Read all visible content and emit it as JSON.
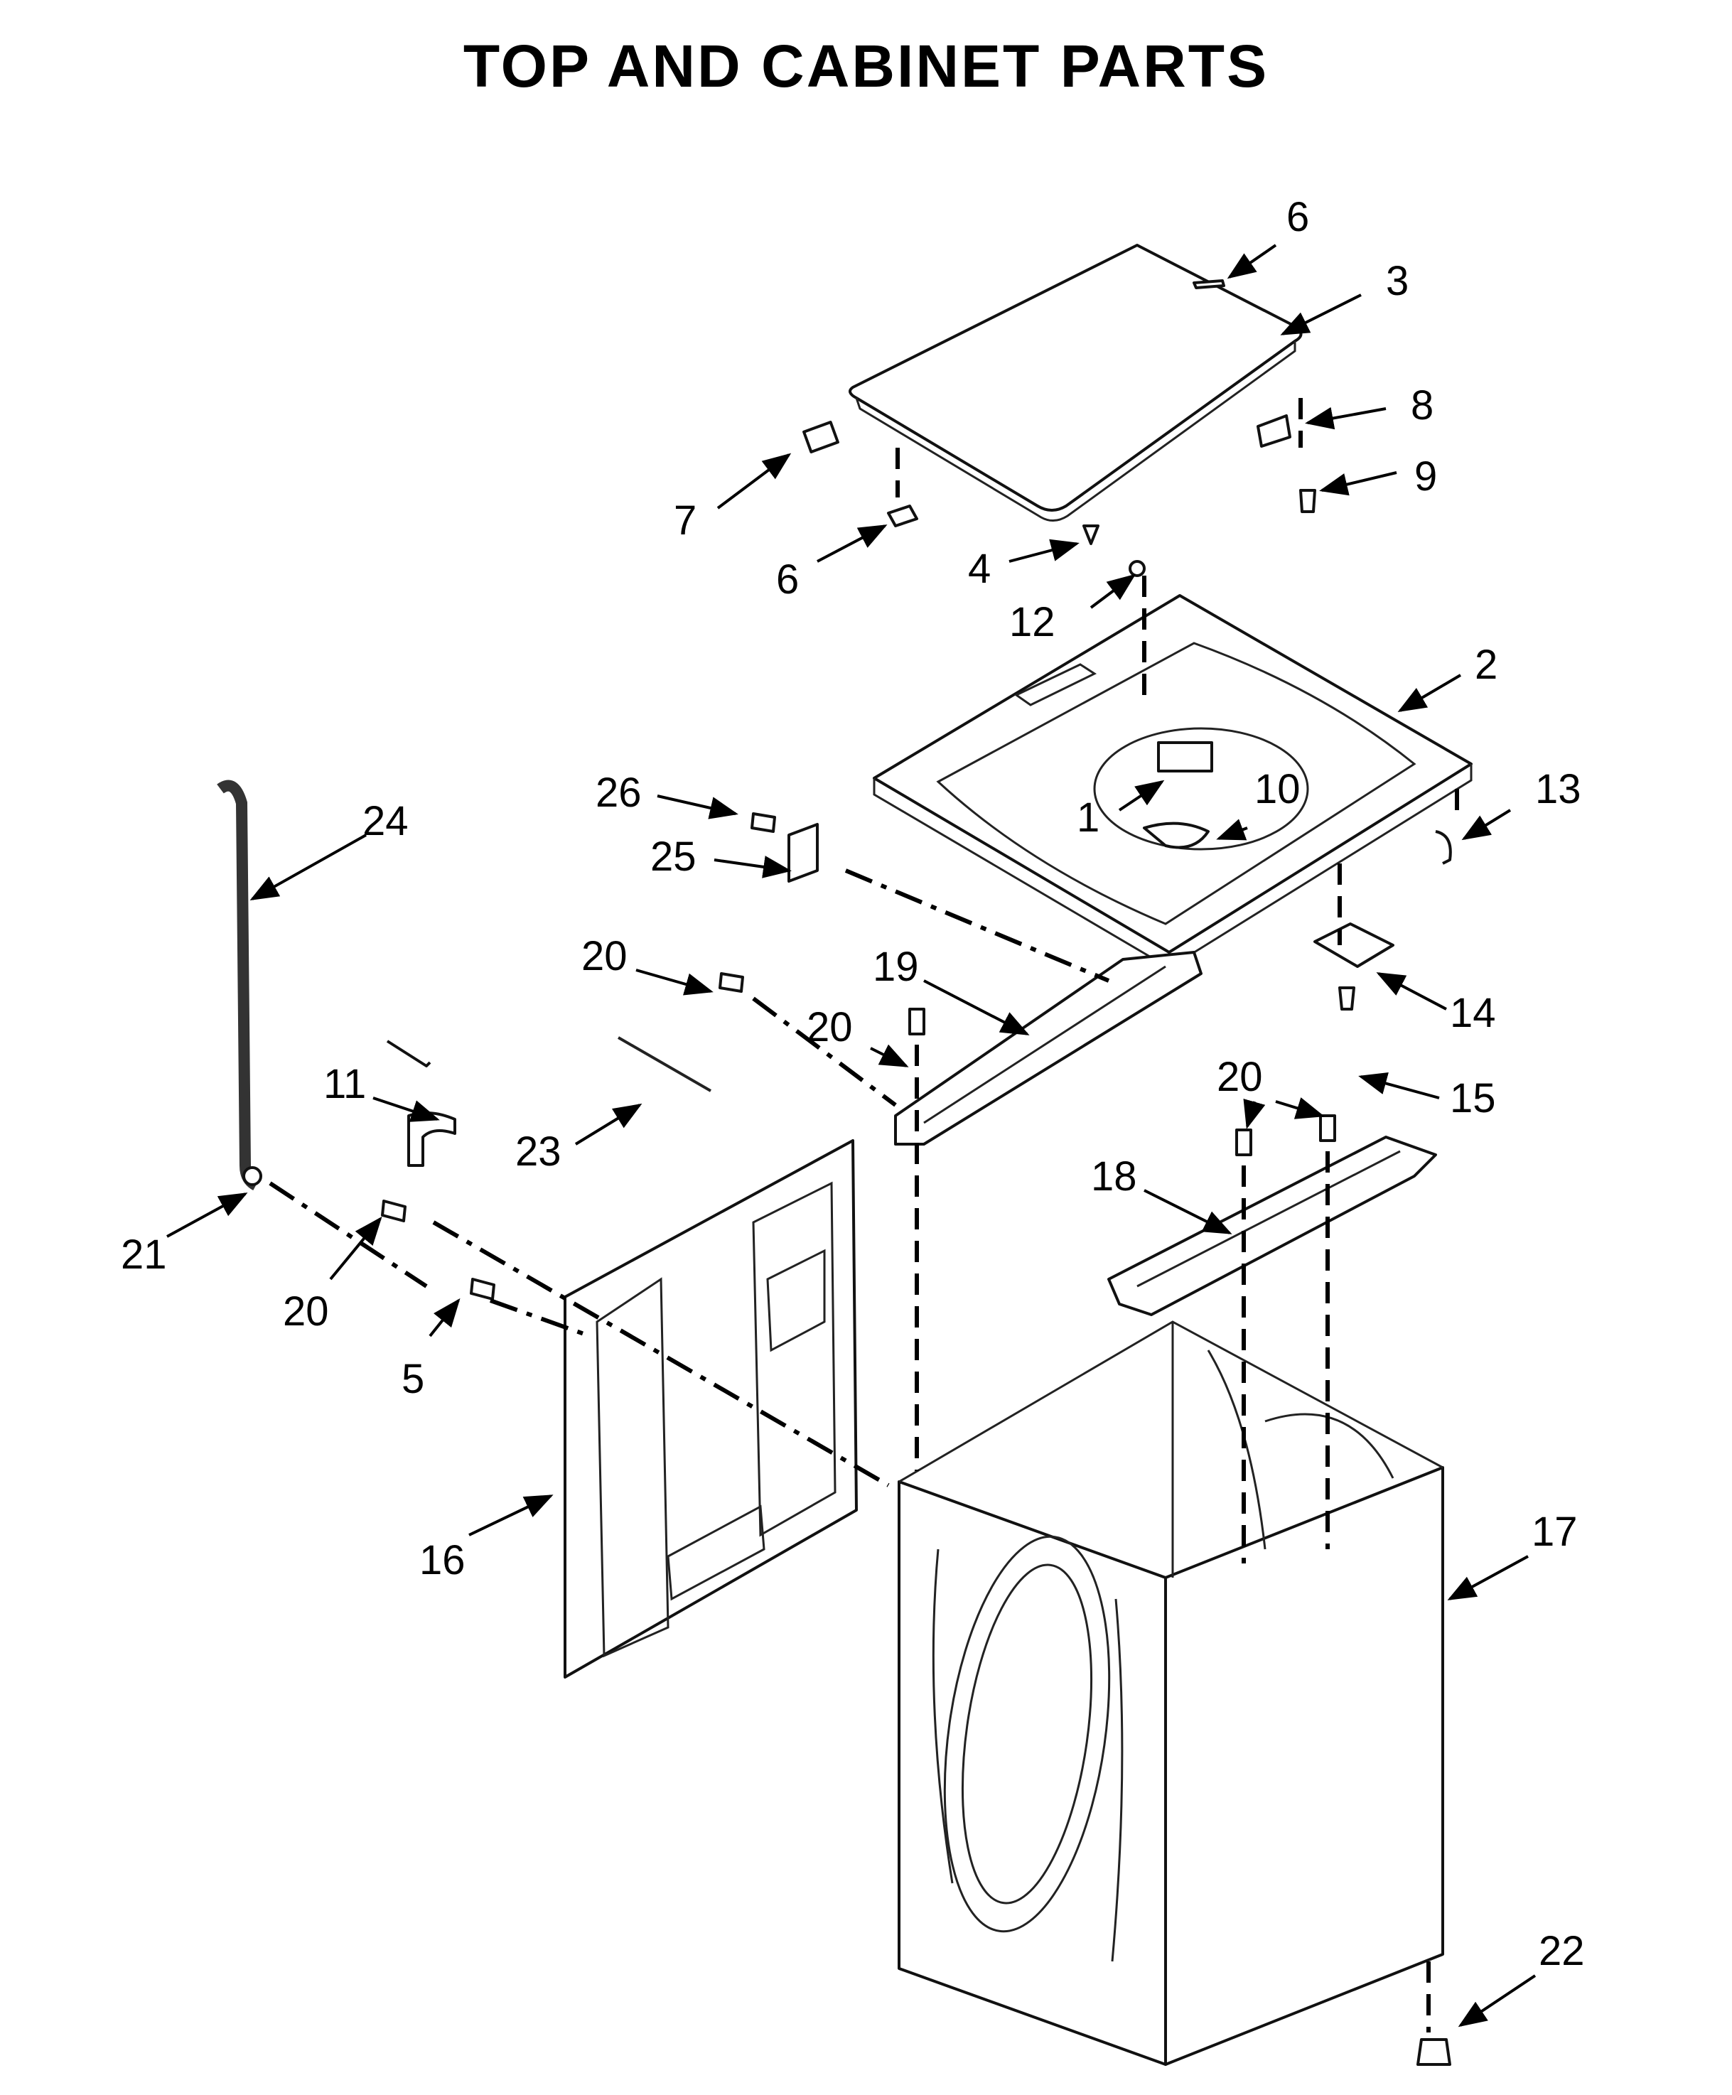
{
  "title": "TOP AND CABINET PARTS",
  "callouts": [
    "6",
    "3",
    "8",
    "9",
    "7",
    "6",
    "4",
    "12",
    "2",
    "13",
    "1",
    "10",
    "26",
    "25",
    "24",
    "20",
    "19",
    "20",
    "14",
    "11",
    "23",
    "15",
    "20",
    "18",
    "21",
    "20",
    "5",
    "16",
    "17",
    "22"
  ]
}
